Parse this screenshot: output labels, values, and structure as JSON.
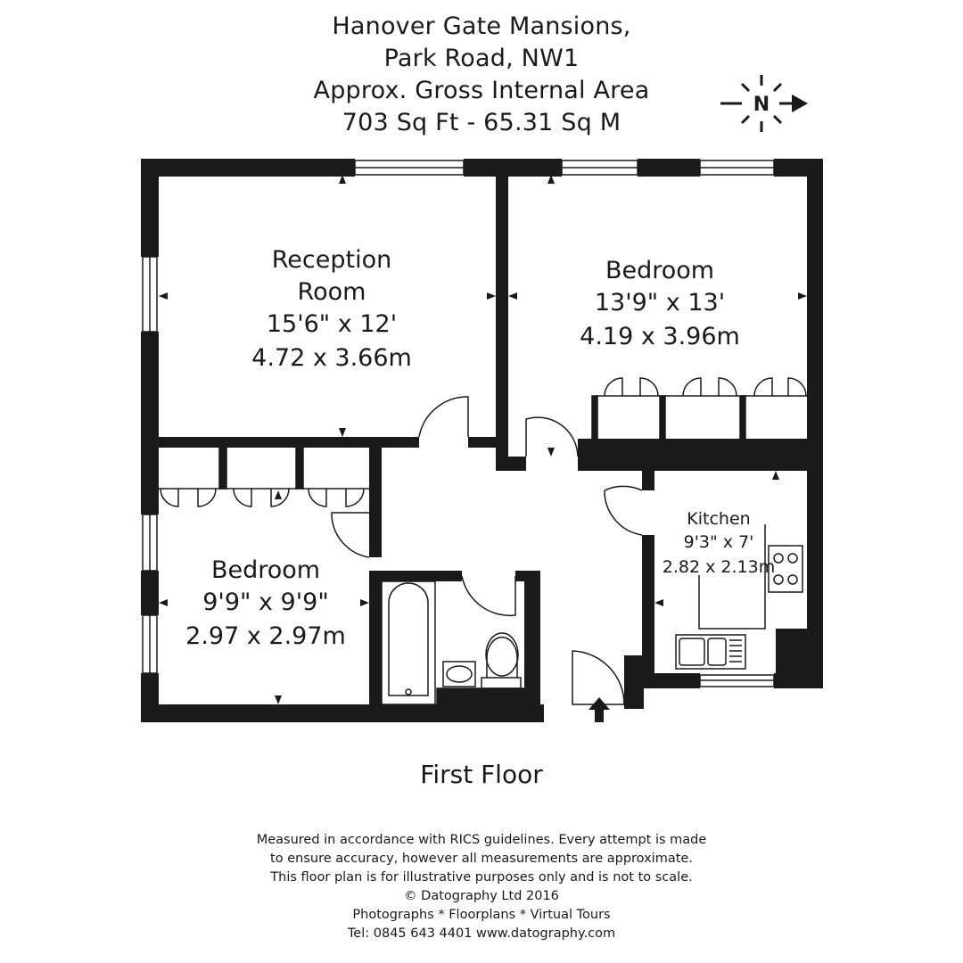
{
  "header": {
    "line1": "Hanover Gate Mansions,",
    "line2": "Park Road, NW1",
    "line3": "Approx. Gross Internal Area",
    "line4": "703 Sq Ft  -  65.31 Sq M"
  },
  "compass": {
    "letter": "N",
    "icon": "compass-icon"
  },
  "rooms": [
    {
      "name_line1": "Reception",
      "name_line2": "Room",
      "imperial": "15'6\" x 12'",
      "metric": "4.72 x 3.66m"
    },
    {
      "name_line1": "Bedroom",
      "imperial": "13'9\" x 13'",
      "metric": "4.19 x 3.96m"
    },
    {
      "name_line1": "Bedroom",
      "imperial": "9'9\" x 9'9\"",
      "metric": "2.97 x 2.97m"
    },
    {
      "name_line1": "Kitchen",
      "imperial": "9'3\" x 7'",
      "metric": "2.82 x 2.13m"
    }
  ],
  "floor_name": "First Floor",
  "footer": {
    "line1": "Measured in accordance with RICS guidelines. Every attempt is made",
    "line2": "to ensure accuracy, however all measurements are approximate.",
    "line3": "This floor plan is for illustrative purposes only and is not to scale.",
    "line4": "© Datography Ltd 2016",
    "line5": "Photographs * Floorplans * Virtual Tours",
    "line6": "Tel: 0845 643 4401 www.datography.com"
  }
}
